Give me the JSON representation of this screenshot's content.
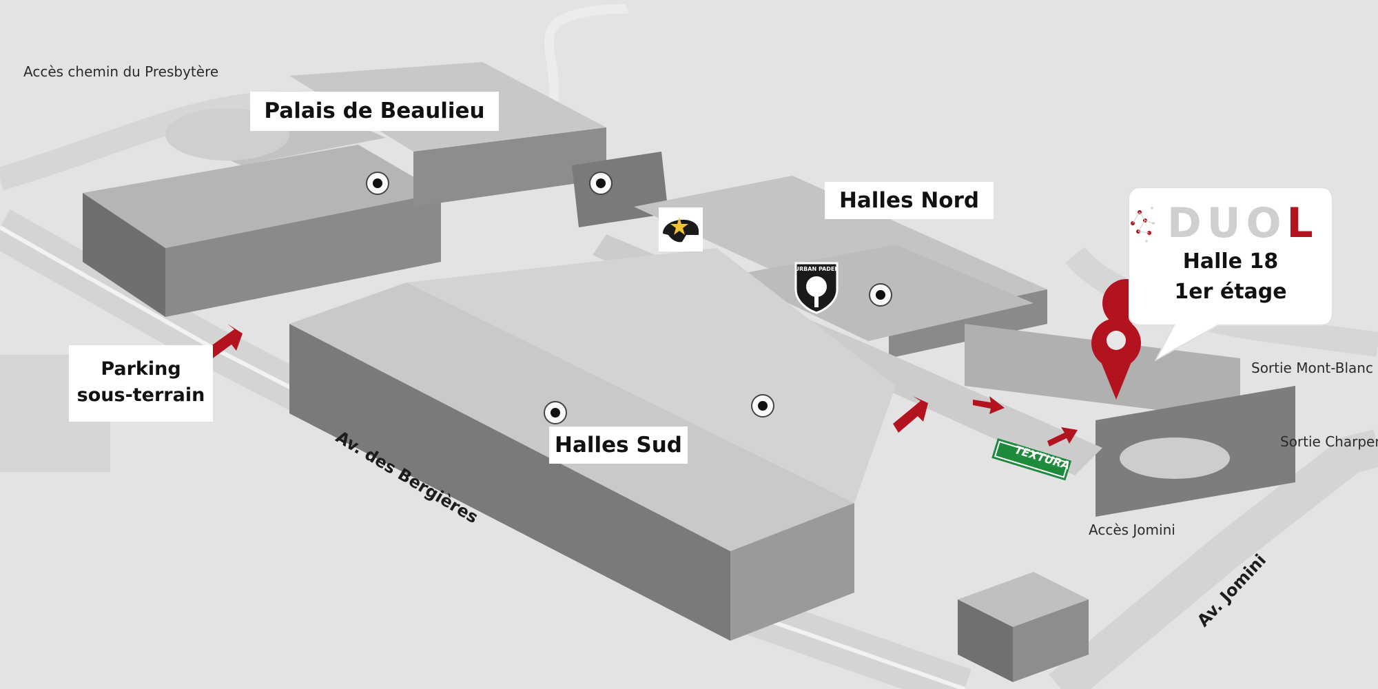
{
  "buildings": {
    "palais": "Palais de Beaulieu",
    "halles_nord": "Halles Nord",
    "halles_sud": "Halles Sud"
  },
  "parking": {
    "line1": "Parking",
    "line2": "sous-terrain"
  },
  "streets": {
    "presbytere": "Accès chemin du Presbytère",
    "bergieres": "Av. des Bergières",
    "jomini_avenue": "Av. Jomini",
    "jomini_access": "Accès Jomini",
    "mont_blanc": "Sortie Mont-Blanc",
    "charpentiers": "Sortie Charpen"
  },
  "destination": {
    "brand_start": "DUO",
    "brand_end": "L",
    "hall": "Halle 18",
    "floor": "1er étage"
  },
  "logos": {
    "urban_padel": "URBAN PADEL",
    "textura": "TEXTURA"
  },
  "colors": {
    "accent_red": "#b3131f",
    "textura_green": "#1e8a3c",
    "building": "#7b7b7b",
    "background": "#e2e2e2"
  }
}
